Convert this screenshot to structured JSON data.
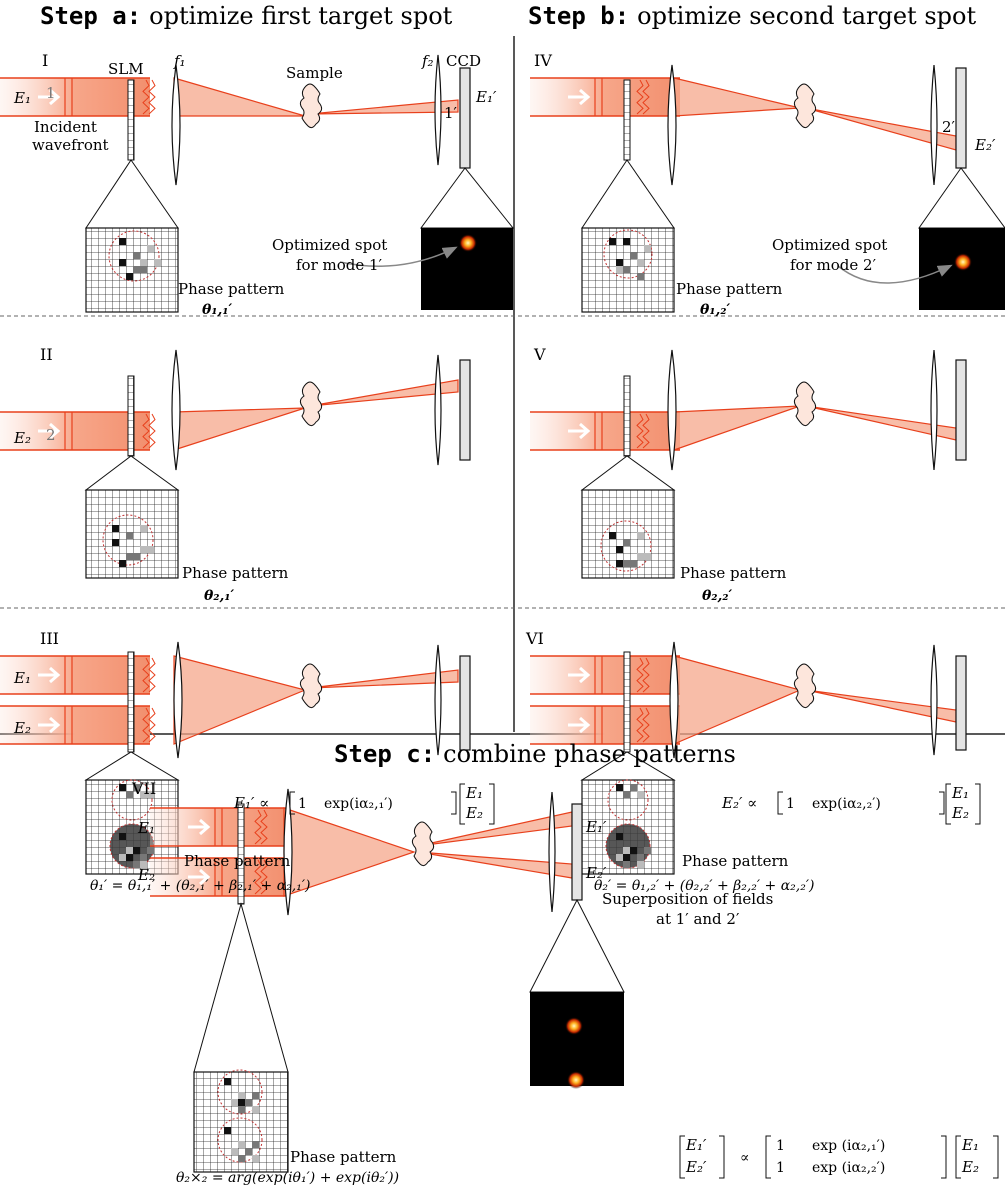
{
  "headings": {
    "step_a_bold": "Step a:",
    "step_a_rest": "optimize first target spot",
    "step_b_bold": "Step b:",
    "step_b_rest": "optimize second target spot",
    "step_c_bold": "Step c:",
    "step_c_rest": "combine phase patterns"
  },
  "panels": {
    "I": "I",
    "II": "II",
    "III": "III",
    "IV": "IV",
    "V": "V",
    "VI": "VI",
    "VII": "VII"
  },
  "labels": {
    "slm": "SLM",
    "f1": "f₁",
    "f2": "f₂",
    "ccd": "CCD",
    "sample": "Sample",
    "incident": "Incident",
    "wavefront": "wavefront",
    "e1": "E₁",
    "e2": "E₂",
    "e1p": "E₁′",
    "e2p": "E₂′",
    "mode1": "1",
    "mode2": "2",
    "mode1p": "1′",
    "mode2p": "2′",
    "opt_spot": "Optimized spot",
    "for_mode1": "for mode 1′",
    "for_mode2": "for mode 2′",
    "phase_pattern": "Phase pattern",
    "superposition": "Superposition of fields",
    "at_1_2": "at 1′ and 2′"
  },
  "math": {
    "theta_11": "θ₁,₁′",
    "theta_12": "θ₁,₂′",
    "theta_21": "θ₂,₁′",
    "theta_22": "θ₂,₂′",
    "theta_1p": "θ₁′ = θ₁,₁′ + (θ₂,₁′ + β₂,₁′ + α₂,₁′)",
    "theta_2p": "θ₂′ = θ₁,₂′ + (θ₂,₂′ + β₂,₂′ + α₂,₂′)",
    "theta_2x2": "θ₂×₂ = arg(exp(iθ₁′) + exp(iθ₂′))",
    "eq_III_lhs": "E₁′ ∝",
    "eq_VI_lhs": "E₂′ ∝",
    "row_1": "1",
    "exp_21": "exp(iα₂,₁′)",
    "exp_22": "exp(iα₂,₂′)",
    "exp_21_c": "exp (iα₂,₁′)",
    "exp_22_c": "exp (iα₂,₂′)",
    "prop": "∝"
  },
  "colors": {
    "beam": "#e8401c",
    "beam_light": "#fbd9cc",
    "divider": "#555555"
  }
}
